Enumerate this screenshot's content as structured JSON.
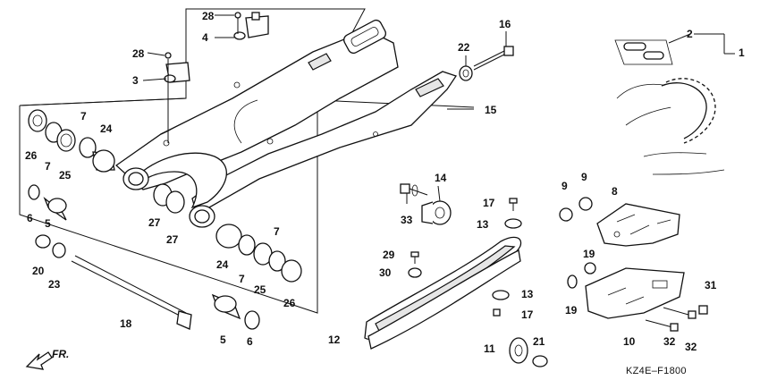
{
  "diagram": {
    "code": "KZ4E–F1800",
    "direction_label": "FR.",
    "callouts": [
      "1",
      "2",
      "3",
      "4",
      "5",
      "5",
      "6",
      "6",
      "7",
      "7",
      "7",
      "7",
      "8",
      "9",
      "9",
      "10",
      "11",
      "12",
      "13",
      "13",
      "14",
      "15",
      "16",
      "17",
      "17",
      "18",
      "19",
      "19",
      "20",
      "21",
      "22",
      "23",
      "24",
      "24",
      "25",
      "25",
      "26",
      "26",
      "27",
      "27",
      "28",
      "28",
      "29",
      "30",
      "31",
      "32",
      "32",
      "33"
    ]
  },
  "colors": {
    "ink": "#111111",
    "paper": "#ffffff",
    "shade": "#e6e6e6"
  }
}
